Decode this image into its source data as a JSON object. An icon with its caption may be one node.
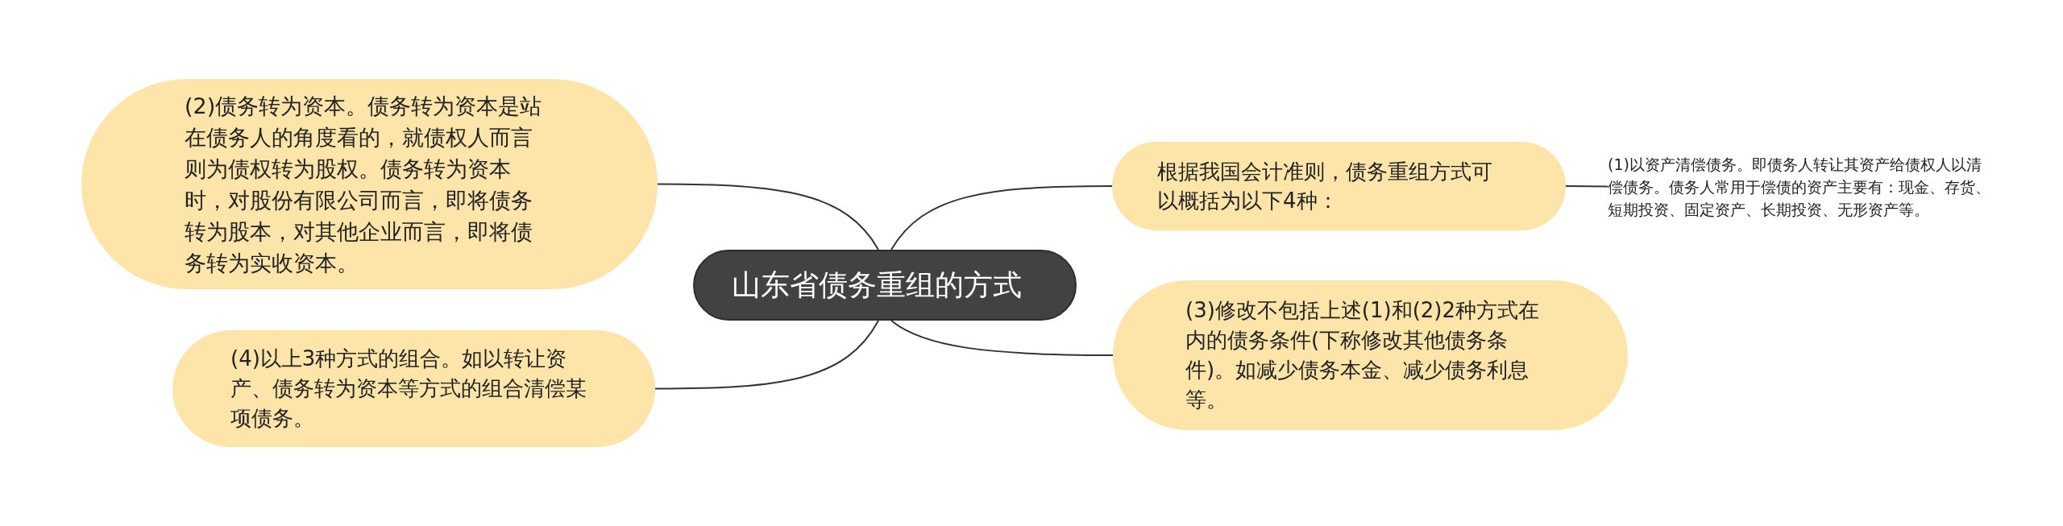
{
  "diagram": {
    "nodes": [
      {
        "text": [
          "山东省债务重组的方式"
        ]
      },
      {
        "text": [
          "(2)债务转为资本。债务转为资本是站在债务人的角度看的，就债权人而言则为债权转为股权。债务转为资本时，对股份有限公司而言，即将债务转为股本，对其他企业而言，即将债务转为实收资本。"
        ]
      },
      {
        "text": [
          "根据我国会计准则，债务重组方式可以概括为以下4种："
        ]
      },
      {
        "text": [
          "(1)以资产清偿债务。即债务人转让其资产给债权人以清偿债务。债务人常用于偿债的资产主要有：现金、存货、短期投资、固定资产、长期投资、无形资产等。"
        ]
      },
      {
        "text": [
          "(3)修改不包括上述(1)和(2)2种方式在内的债务条件(下称修改其他债务条件)。如减少债务本金、减少债务利息等。"
        ]
      },
      {
        "text": [
          "(4)以上3种方式的组合。如以转让资产、债务转为资本等方式的组合清偿某项债务。"
        ]
      }
    ],
    "edges": [
      {
        "from": 0,
        "to": 1,
        "arrow": "none"
      },
      {
        "from": 0,
        "to": 2,
        "arrow": "none"
      },
      {
        "from": 2,
        "to": 3,
        "arrow": "none"
      },
      {
        "from": 0,
        "to": 4,
        "arrow": "none"
      },
      {
        "from": 0,
        "to": 5,
        "arrow": "none"
      }
    ]
  }
}
